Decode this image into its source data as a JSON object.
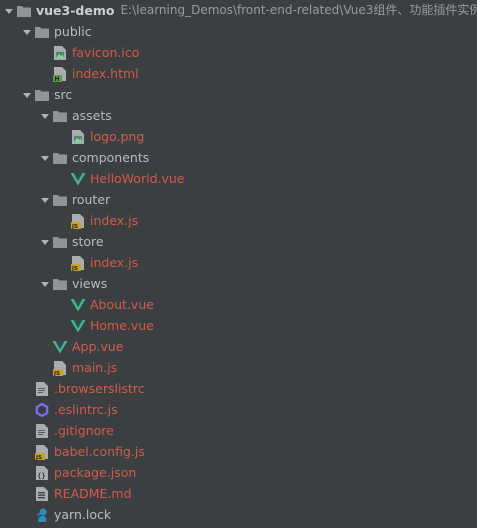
{
  "project": {
    "name": "vue3-demo",
    "path": "E:\\learning_Demos\\front-end-related\\Vue3组件、功能插件实例"
  },
  "tree": [
    {
      "label": "public",
      "kind": "folder",
      "depth": 1,
      "expanded": true,
      "vcs": false
    },
    {
      "label": "favicon.ico",
      "kind": "image",
      "depth": 2,
      "vcs": true
    },
    {
      "label": "index.html",
      "kind": "html",
      "depth": 2,
      "vcs": true
    },
    {
      "label": "src",
      "kind": "folder",
      "depth": 1,
      "expanded": true,
      "vcs": false
    },
    {
      "label": "assets",
      "kind": "folder",
      "depth": 2,
      "expanded": true,
      "vcs": false
    },
    {
      "label": "logo.png",
      "kind": "image",
      "depth": 3,
      "vcs": true
    },
    {
      "label": "components",
      "kind": "folder",
      "depth": 2,
      "expanded": true,
      "vcs": false
    },
    {
      "label": "HelloWorld.vue",
      "kind": "vue",
      "depth": 3,
      "vcs": true
    },
    {
      "label": "router",
      "kind": "folder",
      "depth": 2,
      "expanded": true,
      "vcs": false
    },
    {
      "label": "index.js",
      "kind": "js",
      "depth": 3,
      "vcs": true
    },
    {
      "label": "store",
      "kind": "folder",
      "depth": 2,
      "expanded": true,
      "vcs": false
    },
    {
      "label": "index.js",
      "kind": "js",
      "depth": 3,
      "vcs": true
    },
    {
      "label": "views",
      "kind": "folder",
      "depth": 2,
      "expanded": true,
      "vcs": false
    },
    {
      "label": "About.vue",
      "kind": "vue",
      "depth": 3,
      "vcs": true
    },
    {
      "label": "Home.vue",
      "kind": "vue",
      "depth": 3,
      "vcs": true
    },
    {
      "label": "App.vue",
      "kind": "vue",
      "depth": 2,
      "vcs": true
    },
    {
      "label": "main.js",
      "kind": "js",
      "depth": 2,
      "vcs": true
    },
    {
      "label": ".browserslistrc",
      "kind": "text",
      "depth": 1,
      "vcs": true
    },
    {
      "label": ".eslintrc.js",
      "kind": "eslint",
      "depth": 1,
      "vcs": true
    },
    {
      "label": ".gitignore",
      "kind": "text",
      "depth": 1,
      "vcs": true
    },
    {
      "label": "babel.config.js",
      "kind": "js",
      "depth": 1,
      "vcs": true
    },
    {
      "label": "package.json",
      "kind": "json",
      "depth": 1,
      "vcs": true
    },
    {
      "label": "README.md",
      "kind": "markdown",
      "depth": 1,
      "vcs": true
    },
    {
      "label": "yarn.lock",
      "kind": "yarn",
      "depth": 1,
      "vcs": false
    }
  ],
  "colors": {
    "background": "#3c3f41",
    "text": "#bbbbbb",
    "vcs_modified": "#d15c4c",
    "folder": "#8f9498",
    "vue": "#41b883",
    "js_badge": "#c9a227",
    "eslint": "#7b6ff0",
    "yarn": "#2c8ebb"
  }
}
